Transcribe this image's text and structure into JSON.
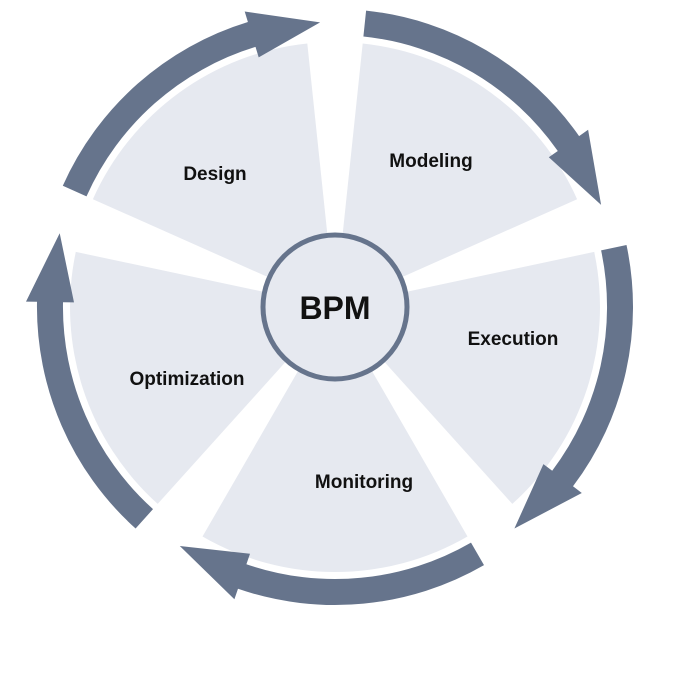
{
  "diagram": {
    "center_label": "BPM",
    "segments": [
      {
        "id": "design",
        "label": "Design"
      },
      {
        "id": "modeling",
        "label": "Modeling"
      },
      {
        "id": "execution",
        "label": "Execution"
      },
      {
        "id": "monitoring",
        "label": "Monitoring"
      },
      {
        "id": "optimization",
        "label": "Optimization"
      }
    ],
    "colors": {
      "wedge_fill": "#e6e9f0",
      "arrow": "#66748c",
      "center_stroke": "#66748c",
      "center_fill": "#e6e9f0",
      "text": "#111111"
    }
  }
}
